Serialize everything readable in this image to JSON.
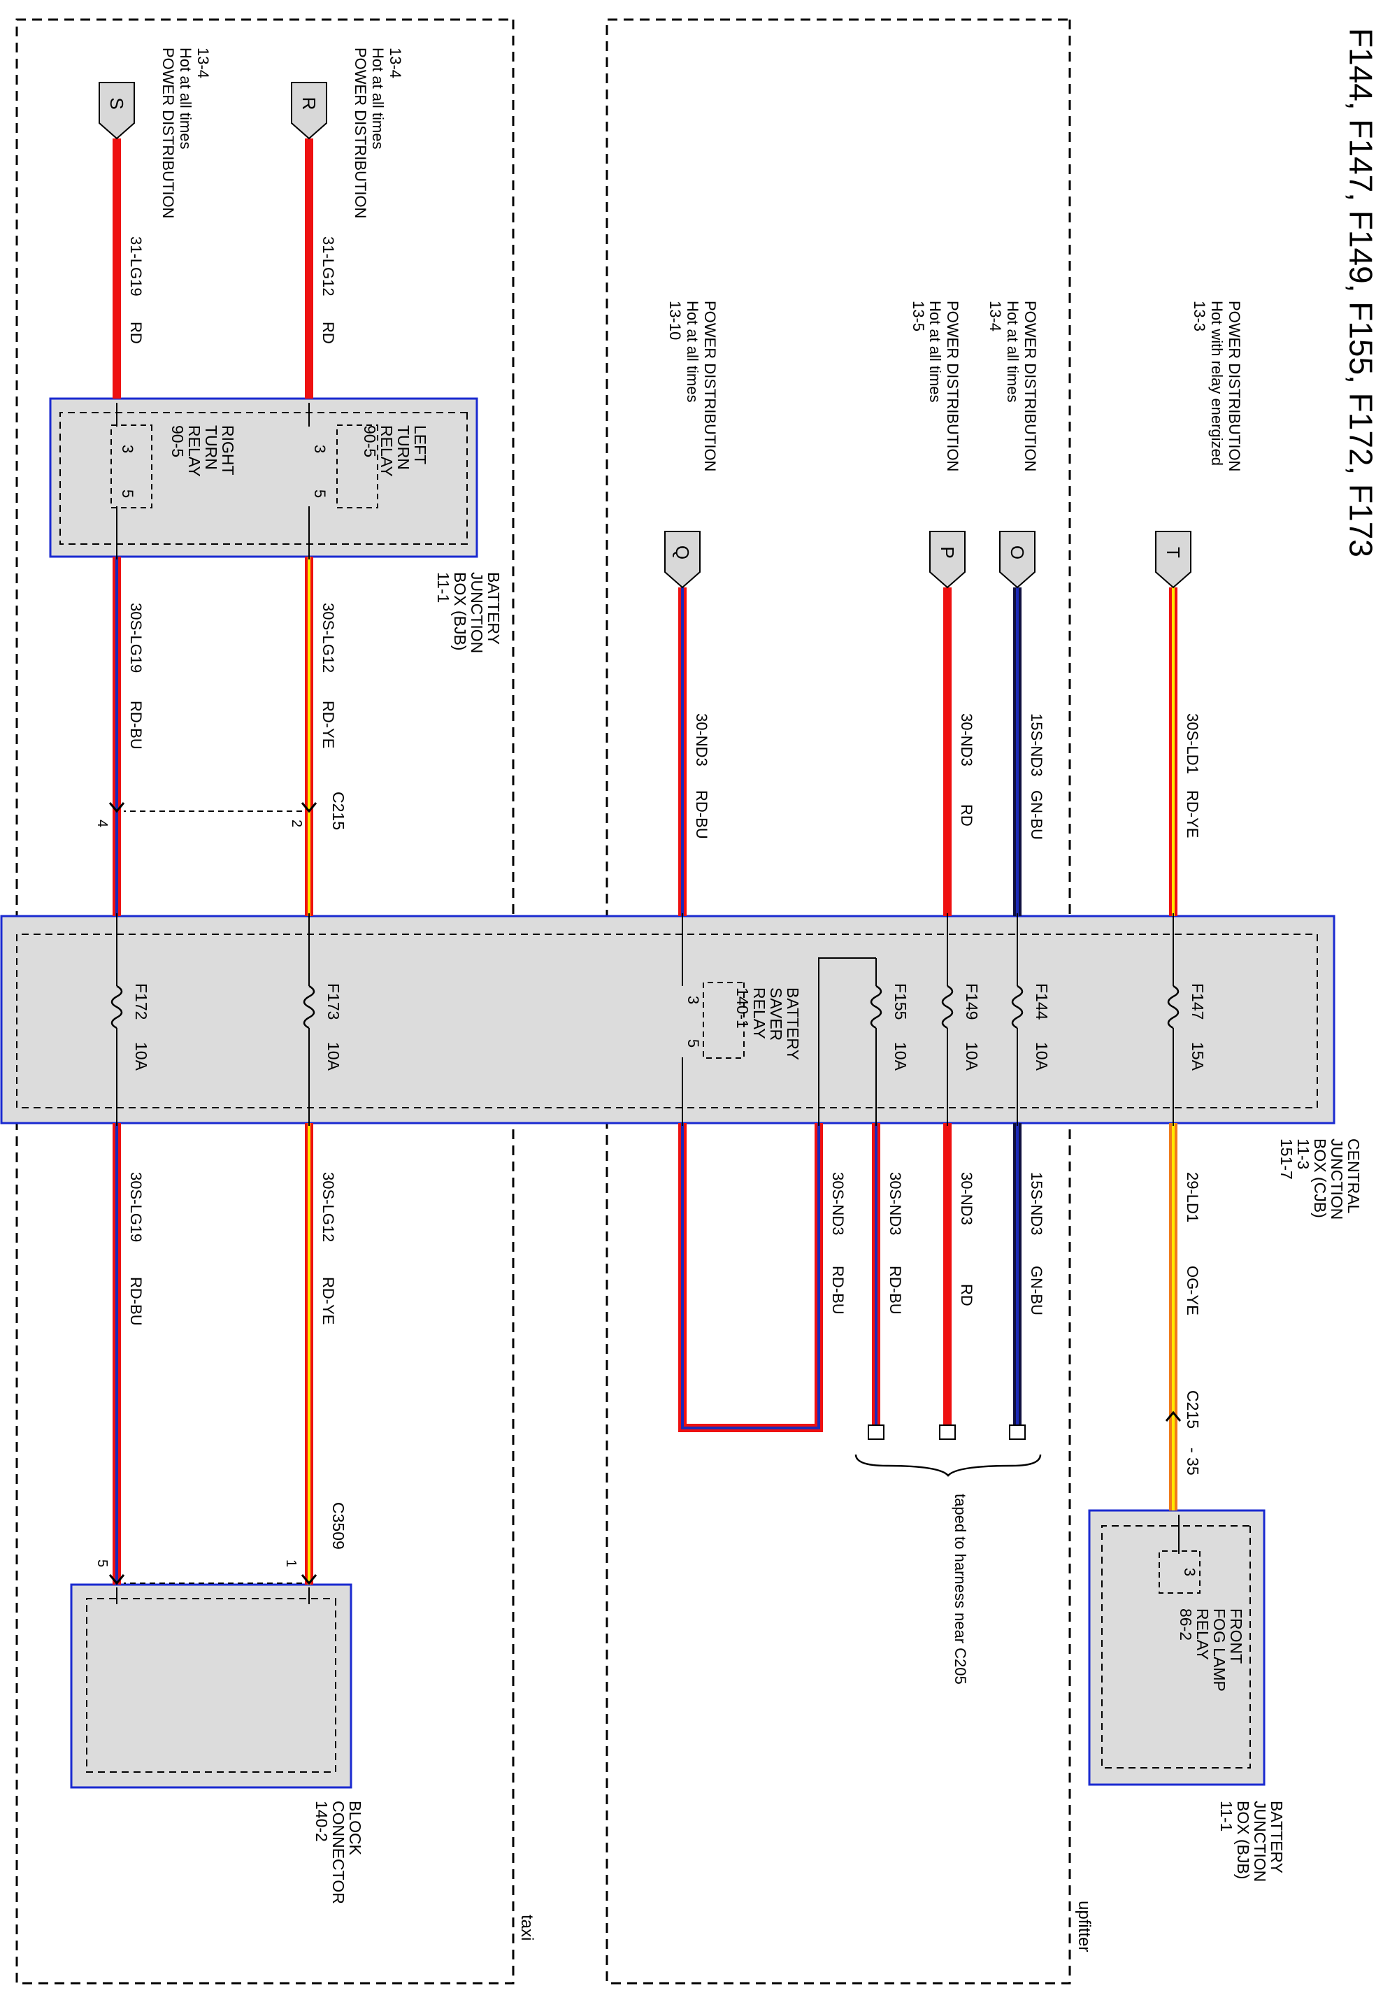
{
  "title": "F144, F147, F149, F155, F172, F173",
  "regions": {
    "taxi": "taxi",
    "upfitter": "upfitter"
  },
  "power_sources": {
    "T": {
      "letter": "T",
      "page": "13-3",
      "desc": "Hot with relay energized",
      "sys": "POWER DISTRIBUTION"
    },
    "O": {
      "letter": "O",
      "page": "13-4",
      "desc": "Hot at all times",
      "sys": "POWER DISTRIBUTION"
    },
    "P": {
      "letter": "P",
      "page": "13-5",
      "desc": "Hot at all times",
      "sys": "POWER DISTRIBUTION"
    },
    "Q": {
      "letter": "Q",
      "page": "13-10",
      "desc": "Hot at all times",
      "sys": "POWER DISTRIBUTION"
    },
    "R": {
      "letter": "R",
      "page": "13-4",
      "desc": "Hot at all times",
      "sys": "POWER DISTRIBUTION"
    },
    "S": {
      "letter": "S",
      "page": "13-4",
      "desc": "Hot at all times",
      "sys": "POWER DISTRIBUTION"
    }
  },
  "wires": {
    "w_T_in": {
      "circuit": "30S-LD1",
      "color": "RD-YE"
    },
    "w_O_in": {
      "circuit": "15S-ND3",
      "color": "GN-BU"
    },
    "w_P_in": {
      "circuit": "30-ND3",
      "color": "RD"
    },
    "w_Q_in": {
      "circuit": "30-ND3",
      "color": "RD-BU"
    },
    "w_R_in": {
      "circuit": "31-LG12",
      "color": "RD"
    },
    "w_S_in": {
      "circuit": "31-LG19",
      "color": "RD"
    },
    "w_R_mid": {
      "circuit": "30S-LG12",
      "color": "RD-YE"
    },
    "w_S_mid": {
      "circuit": "30S-LG19",
      "color": "RD-BU"
    },
    "w_F147_out": {
      "circuit": "29-LD1",
      "color": "OG-YE"
    },
    "w_F144_out": {
      "circuit": "15S-ND3",
      "color": "GN-BU"
    },
    "w_F149_out": {
      "circuit": "30-ND3",
      "color": "RD"
    },
    "w_F155_out": {
      "circuit": "30S-ND3",
      "color": "RD-BU"
    },
    "w_BSR_out": {
      "circuit": "30S-ND3",
      "color": "RD-BU"
    },
    "w_F173_out": {
      "circuit": "30S-LG12",
      "color": "RD-YE"
    },
    "w_F172_out": {
      "circuit": "30S-LG19",
      "color": "RD-BU"
    }
  },
  "fuses": {
    "F147": {
      "id": "F147",
      "amps": "15A"
    },
    "F144": {
      "id": "F144",
      "amps": "10A"
    },
    "F149": {
      "id": "F149",
      "amps": "10A"
    },
    "F155": {
      "id": "F155",
      "amps": "10A"
    },
    "F173": {
      "id": "F173",
      "amps": "10A"
    },
    "F172": {
      "id": "F172",
      "amps": "10A"
    }
  },
  "components": {
    "bjb_top": {
      "lines": [
        "BATTERY",
        "JUNCTION",
        "BOX (BJB)",
        "11-1"
      ]
    },
    "left_turn_relay": {
      "lines": [
        "LEFT",
        "TURN",
        "RELAY",
        "90-5"
      ]
    },
    "right_turn_relay": {
      "lines": [
        "RIGHT",
        "TURN",
        "RELAY",
        "90-5"
      ]
    },
    "cjb": {
      "lines": [
        "CENTRAL",
        "JUNCTION",
        "BOX (CJB)",
        "11-3",
        "151-7"
      ]
    },
    "battery_saver_relay": {
      "lines": [
        "BATTERY",
        "SAVER",
        "RELAY",
        "140-1"
      ]
    },
    "fog_lamp_relay": {
      "lines": [
        "FRONT",
        "FOG LAMP",
        "RELAY",
        "86-2"
      ]
    },
    "bjb_bottom": {
      "lines": [
        "BATTERY",
        "JUNCTION",
        "BOX (BJB)",
        "11-1"
      ]
    },
    "block_connector": {
      "lines": [
        "BLOCK",
        "CONNECTOR",
        "140-2"
      ]
    }
  },
  "pins": {
    "p3": "3",
    "p5": "5"
  },
  "connectors": {
    "c215_top": {
      "name": "C215",
      "pin_left": "4",
      "pin_right": "2"
    },
    "c215_fog": {
      "name": "C215",
      "pin": "- 35"
    },
    "c3509": {
      "name": "C3509",
      "pin_left": "5",
      "pin_right": "1"
    }
  },
  "note": "taped to harness near C205",
  "wire_colors": {
    "red": "#ee1111",
    "blue": "#1c2ab8",
    "yellow": "#ffe800",
    "orange": "#f07a1a",
    "green": "#16b030",
    "dark_navy": "#101040",
    "box_fill": "#dcdcdc",
    "box_border": "#1a2ad0"
  }
}
